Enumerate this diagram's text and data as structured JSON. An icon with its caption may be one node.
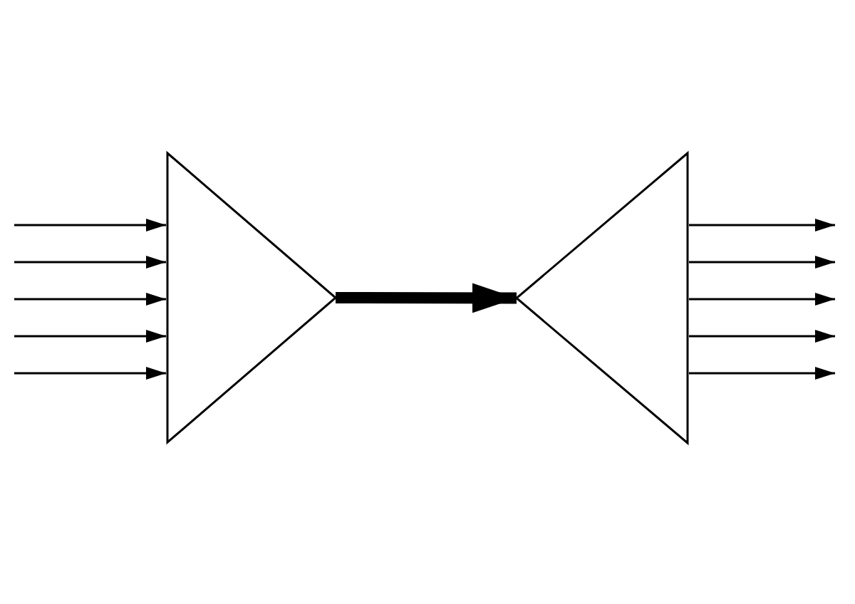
{
  "diagram": {
    "nodes": [
      {
        "text": [],
        "shape": "triangle"
      },
      {
        "text": [],
        "shape": "triangle"
      }
    ],
    "edges": [
      {
        "from": null,
        "to": 0,
        "arrow": "to"
      },
      {
        "from": null,
        "to": 0,
        "arrow": "to"
      },
      {
        "from": null,
        "to": 0,
        "arrow": "to"
      },
      {
        "from": null,
        "to": 0,
        "arrow": "to"
      },
      {
        "from": null,
        "to": 0,
        "arrow": "to"
      },
      {
        "from": 0,
        "to": 1,
        "arrow": "to",
        "style": "thick"
      },
      {
        "from": 1,
        "to": null,
        "arrow": "to"
      },
      {
        "from": 1,
        "to": null,
        "arrow": "to"
      },
      {
        "from": 1,
        "to": null,
        "arrow": "to"
      },
      {
        "from": 1,
        "to": null,
        "arrow": "to"
      },
      {
        "from": 1,
        "to": null,
        "arrow": "to"
      }
    ]
  }
}
